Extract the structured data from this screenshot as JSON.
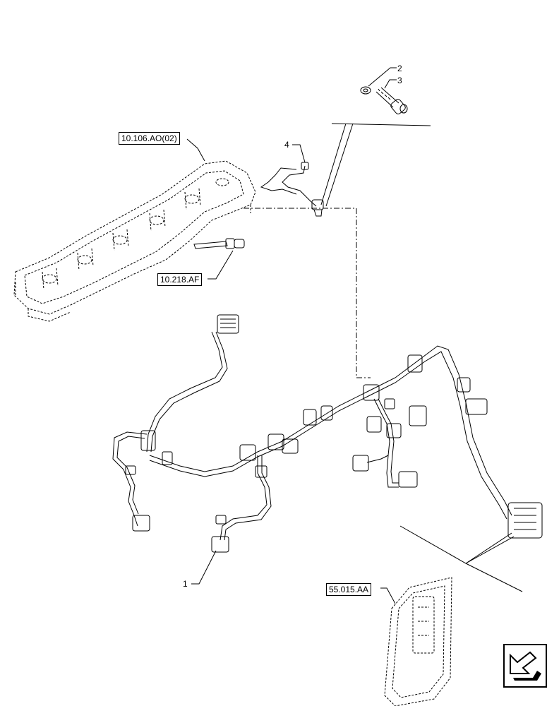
{
  "references": {
    "cylinder_head": "10.106.AO(02)",
    "glow_plug": "10.218.AF",
    "ecu": "55.015.AA"
  },
  "callouts": {
    "item1": "1",
    "item2": "2",
    "item3": "3",
    "item4": "4"
  },
  "icons": {
    "navigation": "next-page-arrow-icon"
  },
  "colors": {
    "line": "#000000",
    "background": "#ffffff"
  }
}
